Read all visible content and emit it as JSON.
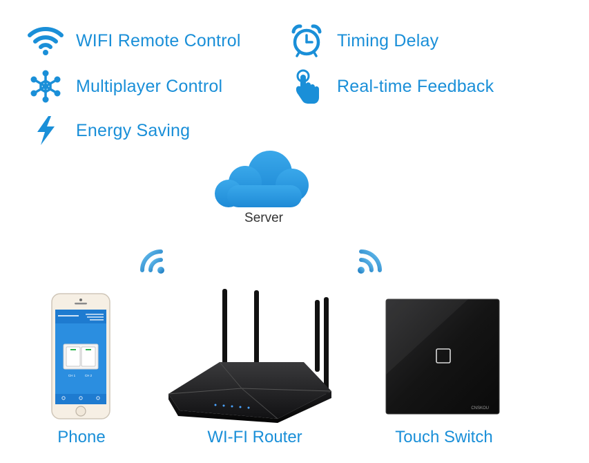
{
  "features": {
    "wifi_remote": {
      "label": "WIFI Remote Control",
      "icon": "wifi-icon"
    },
    "multiplayer": {
      "label": "Multiplayer Control",
      "icon": "network-hub-icon"
    },
    "energy": {
      "label": "Energy Saving",
      "icon": "lightning-bolt-icon"
    },
    "timing": {
      "label": "Timing Delay",
      "icon": "alarm-clock-icon"
    },
    "realtime": {
      "label": "Real-time Feedback",
      "icon": "touch-hand-icon"
    }
  },
  "diagram": {
    "server_label": "Server",
    "devices": {
      "phone": {
        "label": "Phone"
      },
      "router": {
        "label": "WI-FI Router"
      },
      "switch": {
        "label": "Touch Switch",
        "brand": "CNSKOU"
      }
    },
    "phone_screen": {
      "switch_labels": [
        "CH 1",
        "CH 2"
      ]
    }
  },
  "colors": {
    "accent": "#1a8fd8",
    "cloud": "#2b9ae0",
    "server_text": "#333333",
    "switch_panel": "#1b1b1b"
  }
}
